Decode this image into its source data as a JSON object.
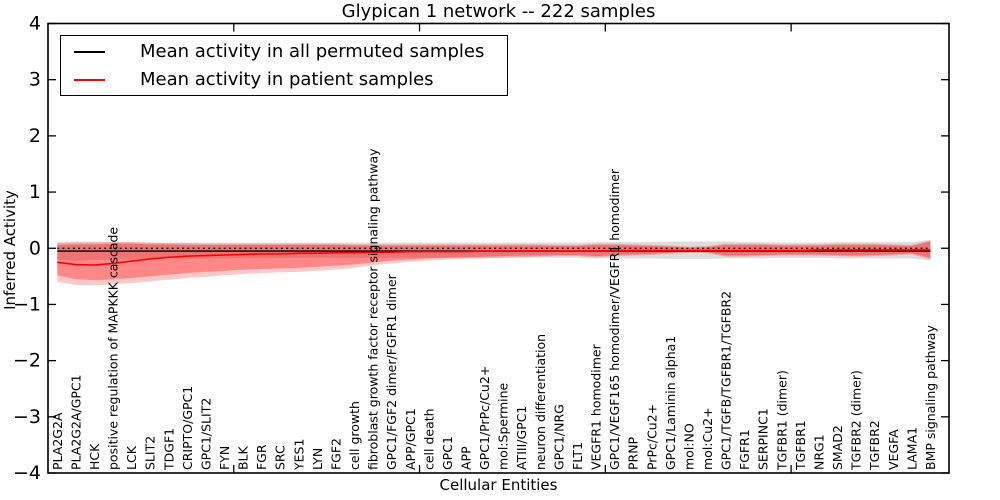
{
  "chart_data": {
    "type": "line",
    "title": "Glypican 1 network -- 222 samples",
    "xlabel": "Cellular Entities",
    "ylabel": "Inferred Activity",
    "ylim": [
      -4,
      4
    ],
    "yticks": [
      4,
      3,
      2,
      1,
      0,
      -1,
      -2,
      -3,
      -4
    ],
    "xticks": [
      10,
      20,
      30,
      40
    ],
    "grid": false,
    "legend_position": "upper left",
    "categories": [
      "PLA2G2A",
      "PLA2G2A/GPC1",
      "HCK",
      "positive regulation of MAPKKK cascade",
      "LCK",
      "SLIT2",
      "TDGF1",
      "CRIPTO/GPC1",
      "GPC1/SLIT2",
      "FYN",
      "BLK",
      "FGR",
      "SRC",
      "YES1",
      "LYN",
      "FGF2",
      "cell growth",
      "fibroblast growth factor receptor signaling pathway",
      "GPC1/FGF2 dimer/FGFR1 dimer",
      "APP/GPC1",
      "cell death",
      "GPC1",
      "APP",
      "GPC1/PrPc/Cu2+",
      "mol:Spermine",
      "ATIII/GPC1",
      "neuron differentiation",
      "GPC1/NRG",
      "FLT1",
      "VEGFR1 homodimer",
      "GPC1/VEGF165 homodimer/VEGFR1 homodimer",
      "PRNP",
      "PrPc/Cu2+",
      "GPC1/Laminin alpha1",
      "mol:NO",
      "mol:Cu2+",
      "GPC1/TGFB/TGFBR1/TGFBR2",
      "FGFR1",
      "SERPINC1",
      "TGFBR1 (dimer)",
      "TGFBR1",
      "NRG1",
      "SMAD2",
      "TGFBR2 (dimer)",
      "TGFBR2",
      "VEGFA",
      "LAMA1",
      "BMP signaling pathway"
    ],
    "series": [
      {
        "name": "Mean activity in all permuted samples",
        "color": "#000000",
        "constant_value": -0.05
      },
      {
        "name": "Mean activity in patient samples",
        "color": "#ff0000",
        "values": [
          -0.25,
          -0.29,
          -0.3,
          -0.27,
          -0.23,
          -0.19,
          -0.16,
          -0.14,
          -0.13,
          -0.12,
          -0.11,
          -0.1,
          -0.1,
          -0.09,
          -0.09,
          -0.08,
          -0.08,
          -0.07,
          -0.07,
          -0.06,
          -0.06,
          -0.06,
          -0.06,
          -0.05,
          -0.05,
          -0.05,
          -0.05,
          -0.05,
          -0.05,
          -0.05,
          -0.04,
          -0.04,
          -0.04,
          -0.04,
          -0.04,
          -0.04,
          -0.04,
          -0.04,
          -0.04,
          -0.04,
          -0.04,
          -0.03,
          -0.03,
          -0.03,
          -0.03,
          -0.03,
          -0.03,
          -0.03
        ]
      }
    ],
    "bands": [
      {
        "name": "permuted-samples-range",
        "color": "rgba(140,140,140,0.30)",
        "upper": [
          0.11,
          0.12,
          0.12,
          0.11,
          0.11,
          0.1,
          0.1,
          0.1,
          0.1,
          0.1,
          0.1,
          0.1,
          0.1,
          0.1,
          0.1,
          0.1,
          0.1,
          0.1,
          0.1,
          0.1,
          0.1,
          0.1,
          0.1,
          0.1,
          0.1,
          0.1,
          0.1,
          0.1,
          0.1,
          0.11,
          0.11,
          0.11,
          0.11,
          0.12,
          0.12,
          0.12,
          0.12,
          0.11,
          0.11,
          0.1,
          0.1,
          0.1,
          0.11,
          0.11,
          0.11,
          0.11,
          0.11,
          0.15
        ],
        "lower": [
          -0.2,
          -0.22,
          -0.21,
          -0.2,
          -0.19,
          -0.19,
          -0.18,
          -0.18,
          -0.18,
          -0.18,
          -0.17,
          -0.17,
          -0.17,
          -0.17,
          -0.17,
          -0.17,
          -0.17,
          -0.17,
          -0.17,
          -0.17,
          -0.17,
          -0.17,
          -0.17,
          -0.17,
          -0.17,
          -0.17,
          -0.17,
          -0.17,
          -0.17,
          -0.18,
          -0.18,
          -0.18,
          -0.18,
          -0.19,
          -0.19,
          -0.19,
          -0.18,
          -0.18,
          -0.18,
          -0.17,
          -0.17,
          -0.17,
          -0.18,
          -0.18,
          -0.18,
          -0.18,
          -0.18,
          -0.22
        ]
      },
      {
        "name": "patient-samples-range-outer",
        "color": "rgba(255,0,0,0.22)",
        "upper": [
          0.09,
          0.1,
          0.1,
          0.11,
          0.11,
          0.1,
          0.09,
          0.09,
          0.08,
          0.08,
          0.08,
          0.08,
          0.08,
          0.08,
          0.08,
          0.08,
          0.07,
          0.07,
          0.07,
          0.07,
          0.07,
          0.07,
          0.07,
          0.07,
          0.07,
          0.07,
          0.07,
          0.06,
          0.06,
          0.08,
          0.08,
          0.07,
          0.06,
          0.05,
          0.03,
          0.04,
          0.08,
          0.08,
          0.08,
          0.07,
          0.07,
          0.07,
          0.08,
          0.08,
          0.08,
          0.07,
          0.06,
          0.14
        ],
        "lower": [
          -0.6,
          -0.65,
          -0.66,
          -0.64,
          -0.62,
          -0.59,
          -0.56,
          -0.53,
          -0.51,
          -0.48,
          -0.46,
          -0.44,
          -0.43,
          -0.42,
          -0.4,
          -0.38,
          -0.35,
          -0.3,
          -0.27,
          -0.24,
          -0.22,
          -0.2,
          -0.19,
          -0.18,
          -0.17,
          -0.16,
          -0.15,
          -0.14,
          -0.14,
          -0.16,
          -0.14,
          -0.13,
          -0.12,
          -0.1,
          -0.08,
          -0.09,
          -0.15,
          -0.15,
          -0.14,
          -0.13,
          -0.13,
          -0.13,
          -0.14,
          -0.15,
          -0.14,
          -0.13,
          -0.11,
          -0.2
        ]
      },
      {
        "name": "patient-samples-range-inner",
        "color": "rgba(255,0,0,0.32)",
        "upper": [
          0.06,
          0.07,
          0.07,
          0.08,
          0.08,
          0.07,
          0.07,
          0.06,
          0.06,
          0.06,
          0.06,
          0.06,
          0.06,
          0.06,
          0.06,
          0.06,
          0.05,
          0.05,
          0.05,
          0.05,
          0.05,
          0.05,
          0.05,
          0.05,
          0.05,
          0.05,
          0.05,
          0.04,
          0.04,
          0.06,
          0.06,
          0.05,
          0.04,
          0.03,
          0.01,
          0.02,
          0.06,
          0.06,
          0.06,
          0.05,
          0.05,
          0.05,
          0.06,
          0.06,
          0.06,
          0.05,
          0.04,
          0.12
        ],
        "lower": [
          -0.48,
          -0.55,
          -0.57,
          -0.55,
          -0.53,
          -0.5,
          -0.47,
          -0.44,
          -0.42,
          -0.4,
          -0.38,
          -0.37,
          -0.36,
          -0.35,
          -0.33,
          -0.31,
          -0.29,
          -0.25,
          -0.22,
          -0.2,
          -0.18,
          -0.17,
          -0.16,
          -0.15,
          -0.14,
          -0.13,
          -0.13,
          -0.12,
          -0.12,
          -0.14,
          -0.12,
          -0.11,
          -0.1,
          -0.08,
          -0.05,
          -0.07,
          -0.13,
          -0.13,
          -0.12,
          -0.11,
          -0.11,
          -0.11,
          -0.12,
          -0.13,
          -0.12,
          -0.11,
          -0.09,
          -0.17
        ]
      }
    ],
    "reference_line": {
      "y": 0.0,
      "style": "dotted",
      "color": "#000000"
    }
  }
}
